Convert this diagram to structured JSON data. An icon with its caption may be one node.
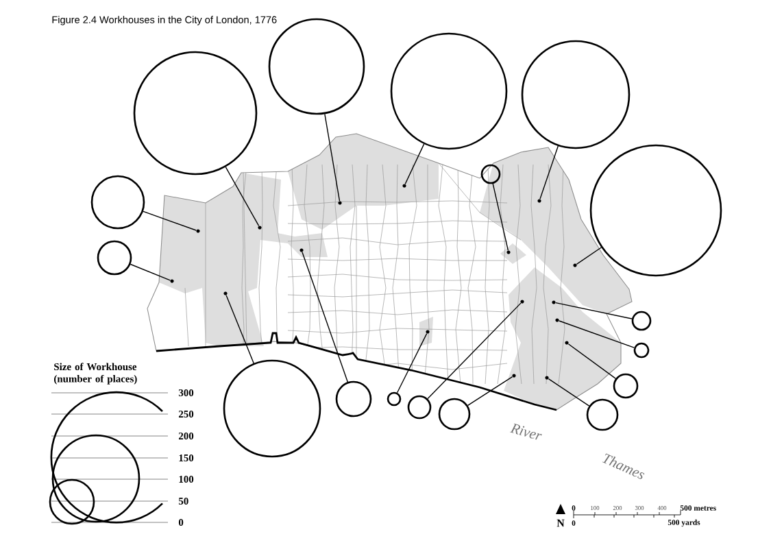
{
  "diagram": {
    "title": "Figure 2.4 Workhouses in the City of London, 1776",
    "nodes": [
      {
        "text": [],
        "shape": "circle"
      },
      {
        "text": [],
        "shape": "circle"
      },
      {
        "text": [],
        "shape": "circle"
      },
      {
        "text": [],
        "shape": "circle"
      },
      {
        "text": [],
        "shape": "circle"
      },
      {
        "text": [],
        "shape": "circle"
      },
      {
        "text": [],
        "shape": "circle"
      },
      {
        "text": [],
        "shape": "circle"
      },
      {
        "text": [],
        "shape": "circle"
      },
      {
        "text": [],
        "shape": "circle"
      },
      {
        "text": [],
        "shape": "circle"
      },
      {
        "text": [],
        "shape": "circle"
      },
      {
        "text": [],
        "shape": "circle"
      },
      {
        "text": [],
        "shape": "circle"
      },
      {
        "text": [],
        "shape": "circle"
      },
      {
        "text": [],
        "shape": "circle"
      },
      {
        "text": [],
        "shape": "circle"
      },
      {
        "text": [],
        "shape": "dot"
      },
      {
        "text": [],
        "shape": "dot"
      },
      {
        "text": [],
        "shape": "dot"
      },
      {
        "text": [],
        "shape": "dot"
      },
      {
        "text": [],
        "shape": "dot"
      },
      {
        "text": [],
        "shape": "dot"
      },
      {
        "text": [],
        "shape": "dot"
      },
      {
        "text": [],
        "shape": "dot"
      },
      {
        "text": [],
        "shape": "dot"
      },
      {
        "text": [],
        "shape": "dot"
      },
      {
        "text": [],
        "shape": "dot"
      },
      {
        "text": [],
        "shape": "dot"
      },
      {
        "text": [],
        "shape": "dot"
      },
      {
        "text": [],
        "shape": "dot"
      },
      {
        "text": [],
        "shape": "dot"
      },
      {
        "text": [],
        "shape": "dot"
      },
      {
        "text": [],
        "shape": "dot"
      }
    ],
    "edges": [
      {
        "from": 0,
        "to": 17,
        "arrow": "none"
      },
      {
        "from": 1,
        "to": 18,
        "arrow": "none"
      },
      {
        "from": 2,
        "to": 19,
        "arrow": "none"
      },
      {
        "from": 3,
        "to": 20,
        "arrow": "none"
      },
      {
        "from": 4,
        "to": 21,
        "arrow": "none"
      },
      {
        "from": 5,
        "to": 22,
        "arrow": "none"
      },
      {
        "from": 6,
        "to": 23,
        "arrow": "none"
      },
      {
        "from": 7,
        "to": 24,
        "arrow": "none"
      },
      {
        "from": 8,
        "to": 25,
        "arrow": "none"
      },
      {
        "from": 9,
        "to": 26,
        "arrow": "none"
      },
      {
        "from": 10,
        "to": 27,
        "arrow": "none"
      },
      {
        "from": 11,
        "to": 28,
        "arrow": "none"
      },
      {
        "from": 12,
        "to": 29,
        "arrow": "none"
      },
      {
        "from": 13,
        "to": 30,
        "arrow": "none"
      },
      {
        "from": 14,
        "to": 31,
        "arrow": "none"
      },
      {
        "from": 15,
        "to": 32,
        "arrow": "none"
      },
      {
        "from": 16,
        "to": 33,
        "arrow": "none"
      }
    ],
    "labels": [
      "Size of Workhouse (number of places)",
      "300",
      "250",
      "200",
      "150",
      "100",
      "50",
      "0",
      "River",
      "Thames",
      "0",
      "100",
      "200",
      "300",
      "400",
      "500 metres",
      "N",
      "0",
      "500 yards"
    ]
  }
}
